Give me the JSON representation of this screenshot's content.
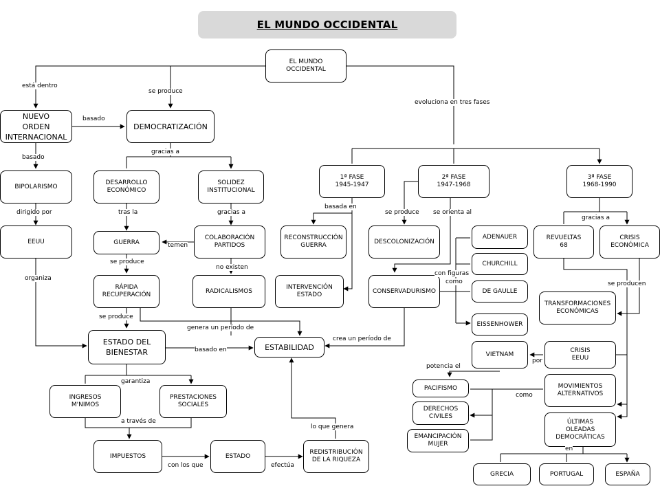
{
  "title": "EL MUNDO OCCIDENTAL",
  "nodes": {
    "root": "EL MUNDO\nOCCIDENTAL",
    "nuevo_orden": "NUEVO\nORDEN\nINTERNACIONAL",
    "democratizacion": "DEMOCRATIZACIÓN",
    "bipolarismo": "BIPOLARISMO",
    "eeuu": "EEUU",
    "desarrollo": "DESARROLLO\nECONÓMICO",
    "solidez": "SOLIDEZ\nINSTITUCIONAL",
    "guerra": "GUERRA",
    "colaboracion": "COLABORACIÓN\nPARTIDOS",
    "rapida": "RÁPIDA\nRECUPERACIÓN",
    "radicalismos": "RADICALISMOS",
    "estado_bienestar": "ESTADO DEL\nBIENESTAR",
    "estabilidad": "ESTABILIDAD",
    "ingresos": "INGRESOS\nM'NIMOS",
    "prestaciones": "PRESTACIONES\nSOCIALES",
    "impuestos": "IMPUESTOS",
    "estado": "ESTADO",
    "redistribucion": "REDISTRIBUCIÓN\nDE LA RIQUEZA",
    "fase1": "1ª FASE\n1945-1947",
    "fase2": "2ª FASE\n1947-1968",
    "fase3": "3ª FASE\n1968-1990",
    "reconstruccion": "RECONSTRUCCIÓN\nGUERRA",
    "intervencion": "INTERVENCIÓN\nESTADO",
    "descolonizacion": "DESCOLONIZACIÓN",
    "conservadurismo": "CONSERVADURISMO",
    "adenauer": "ADENAUER",
    "churchill": "CHURCHILL",
    "degaulle": "DE GAULLE",
    "eisenhower": "EISSENHOWER",
    "revueltas": "REVUELTAS\n68",
    "crisis_eco": "CRISIS\nECONÓMICA",
    "transformaciones": "TRANSFORMACIONES\nECONÓMICAS",
    "crisis_eeuu": "CRISIS\nEEUU",
    "vietnam": "VIETNAM",
    "pacifismo": "PACIFISMO",
    "derechos": "DERECHOS\nCIVILES",
    "emancipacion": "EMANCIPACIÓN\nMUJER",
    "movimientos": "MOVIMIENTOS\nALTERNATIVOS",
    "ultimas": "ÚLTIMAS\nOLEADAS\nDEMOCRÁTICAS",
    "grecia": "GRECIA",
    "portugal": "PORTUGAL",
    "espana": "ESPAÑA"
  },
  "labels": {
    "esta_dentro": "está dentro",
    "se_produce_1": "se produce",
    "evoluciona": "evoluciona en tres fases",
    "basado_1": "basado",
    "basado_2": "basado",
    "gracias_a_1": "gracias a",
    "dirigido_por": "dirigido por",
    "tras_la": "tras la",
    "gracias_a_2": "gracias a",
    "temen": "temen",
    "se_produce_2": "se produce",
    "no_existen": "no existen",
    "organiza": "organiza",
    "se_produce_3": "se produce",
    "genera": "genera un período de",
    "basado_en": "basado en",
    "crea": "crea  un período de",
    "garantiza": "garantiza",
    "a_traves": "a través de",
    "lo_que_genera": "lo que genera",
    "con_los_que": "con los que",
    "efectua": "efectúa",
    "basada_en": "basada en",
    "se_produce_4": "se produce",
    "se_orienta": "se orienta al",
    "con_figuras": "con figuras",
    "como_1": "como",
    "gracias_a_3": "gracias a",
    "se_producen": "se producen",
    "por": "por",
    "potencia": "potencia el",
    "como_2": "como",
    "en": "en"
  }
}
